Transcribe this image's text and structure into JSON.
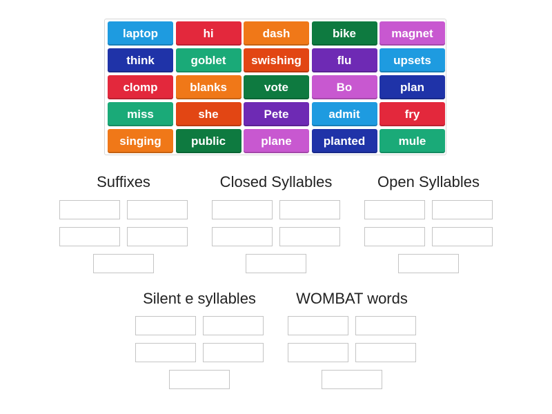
{
  "word_tiles": [
    {
      "text": "laptop",
      "color": "#1e9be0"
    },
    {
      "text": "hi",
      "color": "#e3283c"
    },
    {
      "text": "dash",
      "color": "#f07818"
    },
    {
      "text": "bike",
      "color": "#0e7a40"
    },
    {
      "text": "magnet",
      "color": "#c858d0"
    },
    {
      "text": "think",
      "color": "#1f33a8"
    },
    {
      "text": "goblet",
      "color": "#1aaa78"
    },
    {
      "text": "swishing",
      "color": "#e24614"
    },
    {
      "text": "flu",
      "color": "#6e2ab4"
    },
    {
      "text": "upsets",
      "color": "#1e9be0"
    },
    {
      "text": "clomp",
      "color": "#e3283c"
    },
    {
      "text": "blanks",
      "color": "#f07818"
    },
    {
      "text": "vote",
      "color": "#0e7a40"
    },
    {
      "text": "Bo",
      "color": "#c858d0"
    },
    {
      "text": "plan",
      "color": "#1f33a8"
    },
    {
      "text": "miss",
      "color": "#1aaa78"
    },
    {
      "text": "she",
      "color": "#e24614"
    },
    {
      "text": "Pete",
      "color": "#6e2ab4"
    },
    {
      "text": "admit",
      "color": "#1e9be0"
    },
    {
      "text": "fry",
      "color": "#e3283c"
    },
    {
      "text": "singing",
      "color": "#f07818"
    },
    {
      "text": "public",
      "color": "#0e7a40"
    },
    {
      "text": "plane",
      "color": "#c858d0"
    },
    {
      "text": "planted",
      "color": "#1f33a8"
    },
    {
      "text": "mule",
      "color": "#1aaa78"
    }
  ],
  "groups": [
    {
      "title": "Suffixes"
    },
    {
      "title": "Closed Syllables"
    },
    {
      "title": "Open Syllables"
    },
    {
      "title": "Silent e syllables"
    },
    {
      "title": "WOMBAT words"
    }
  ]
}
